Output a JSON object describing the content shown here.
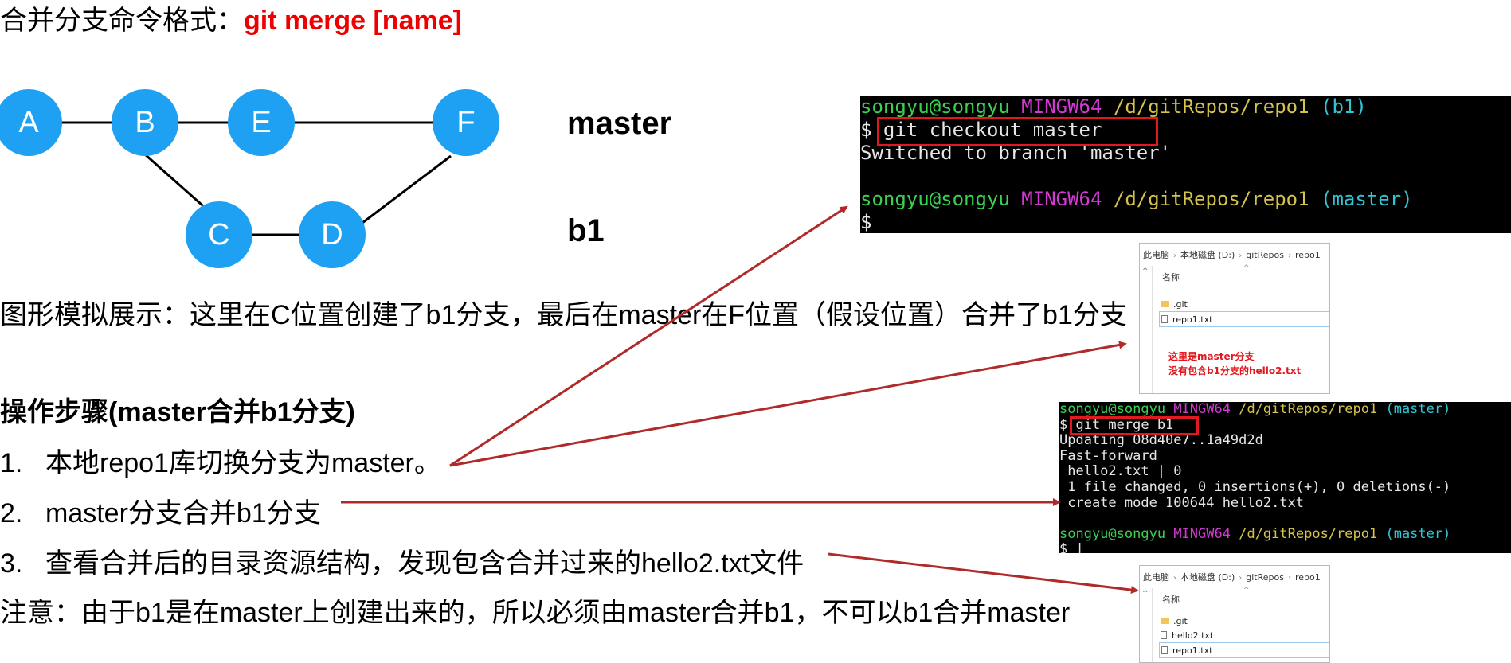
{
  "title": {
    "prefix": "合并分支命令格式：",
    "command": "git merge [name]"
  },
  "graph": {
    "nodes": [
      "A",
      "B",
      "E",
      "F",
      "C",
      "D"
    ],
    "branch_master": "master",
    "branch_b1": "b1"
  },
  "caption": "图形模拟展示：这里在C位置创建了b1分支，最后在master在F位置（假设位置）合并了b1分支",
  "steps": {
    "heading": "操作步骤(master合并b1分支)",
    "items": [
      {
        "num": "1.",
        "text": "本地repo1库切换分支为master。"
      },
      {
        "num": "2.",
        "text": "master分支合并b1分支"
      },
      {
        "num": "3.",
        "text": "查看合并后的目录资源结构，发现包含合并过来的hello2.txt文件"
      }
    ],
    "note": "注意：由于b1是在master上创建出来的，所以必须由master合并b1，不可以b1合并master"
  },
  "terminal1": {
    "prompt1": {
      "user": "songyu@songyu",
      "env": "MINGW64",
      "path": "/d/gitRepos/repo1",
      "branch": "(b1)"
    },
    "command": "$ git checkout master",
    "output": "Switched to branch 'master'",
    "prompt2": {
      "user": "songyu@songyu",
      "env": "MINGW64",
      "path": "/d/gitRepos/repo1",
      "branch": "(master)"
    },
    "cursor": "$"
  },
  "explorer1": {
    "crumbs": [
      "此电脑",
      "本地磁盘 (D:)",
      "gitRepos",
      "repo1"
    ],
    "column": "名称",
    "files": [
      ".git",
      "repo1.txt"
    ],
    "note_line1": "这里是master分支",
    "note_line2": "没有包含b1分支的hello2.txt"
  },
  "terminal2": {
    "prompt1": {
      "user": "songyu@songyu",
      "env": "MINGW64",
      "path": "/d/gitRepos/repo1",
      "branch": "(master)"
    },
    "command": "$ git merge b1",
    "lines": [
      "Updating 08d40e7..1a49d2d",
      "Fast-forward",
      " hello2.txt | 0",
      " 1 file changed, 0 insertions(+), 0 deletions(-)",
      " create mode 100644 hello2.txt"
    ],
    "prompt2": {
      "user": "songyu@songyu",
      "env": "MINGW64",
      "path": "/d/gitRepos/repo1",
      "branch": "(master)"
    },
    "cursor": "$ |"
  },
  "explorer2": {
    "crumbs": [
      "此电脑",
      "本地磁盘 (D:)",
      "gitRepos",
      "repo1"
    ],
    "column": "名称",
    "files": [
      ".git",
      "hello2.txt",
      "repo1.txt"
    ]
  },
  "colors": {
    "accent_red": "#ee0000",
    "node_blue": "#1ea1f2",
    "arrow": "#b02a2a",
    "highlight": "#e0191f"
  }
}
